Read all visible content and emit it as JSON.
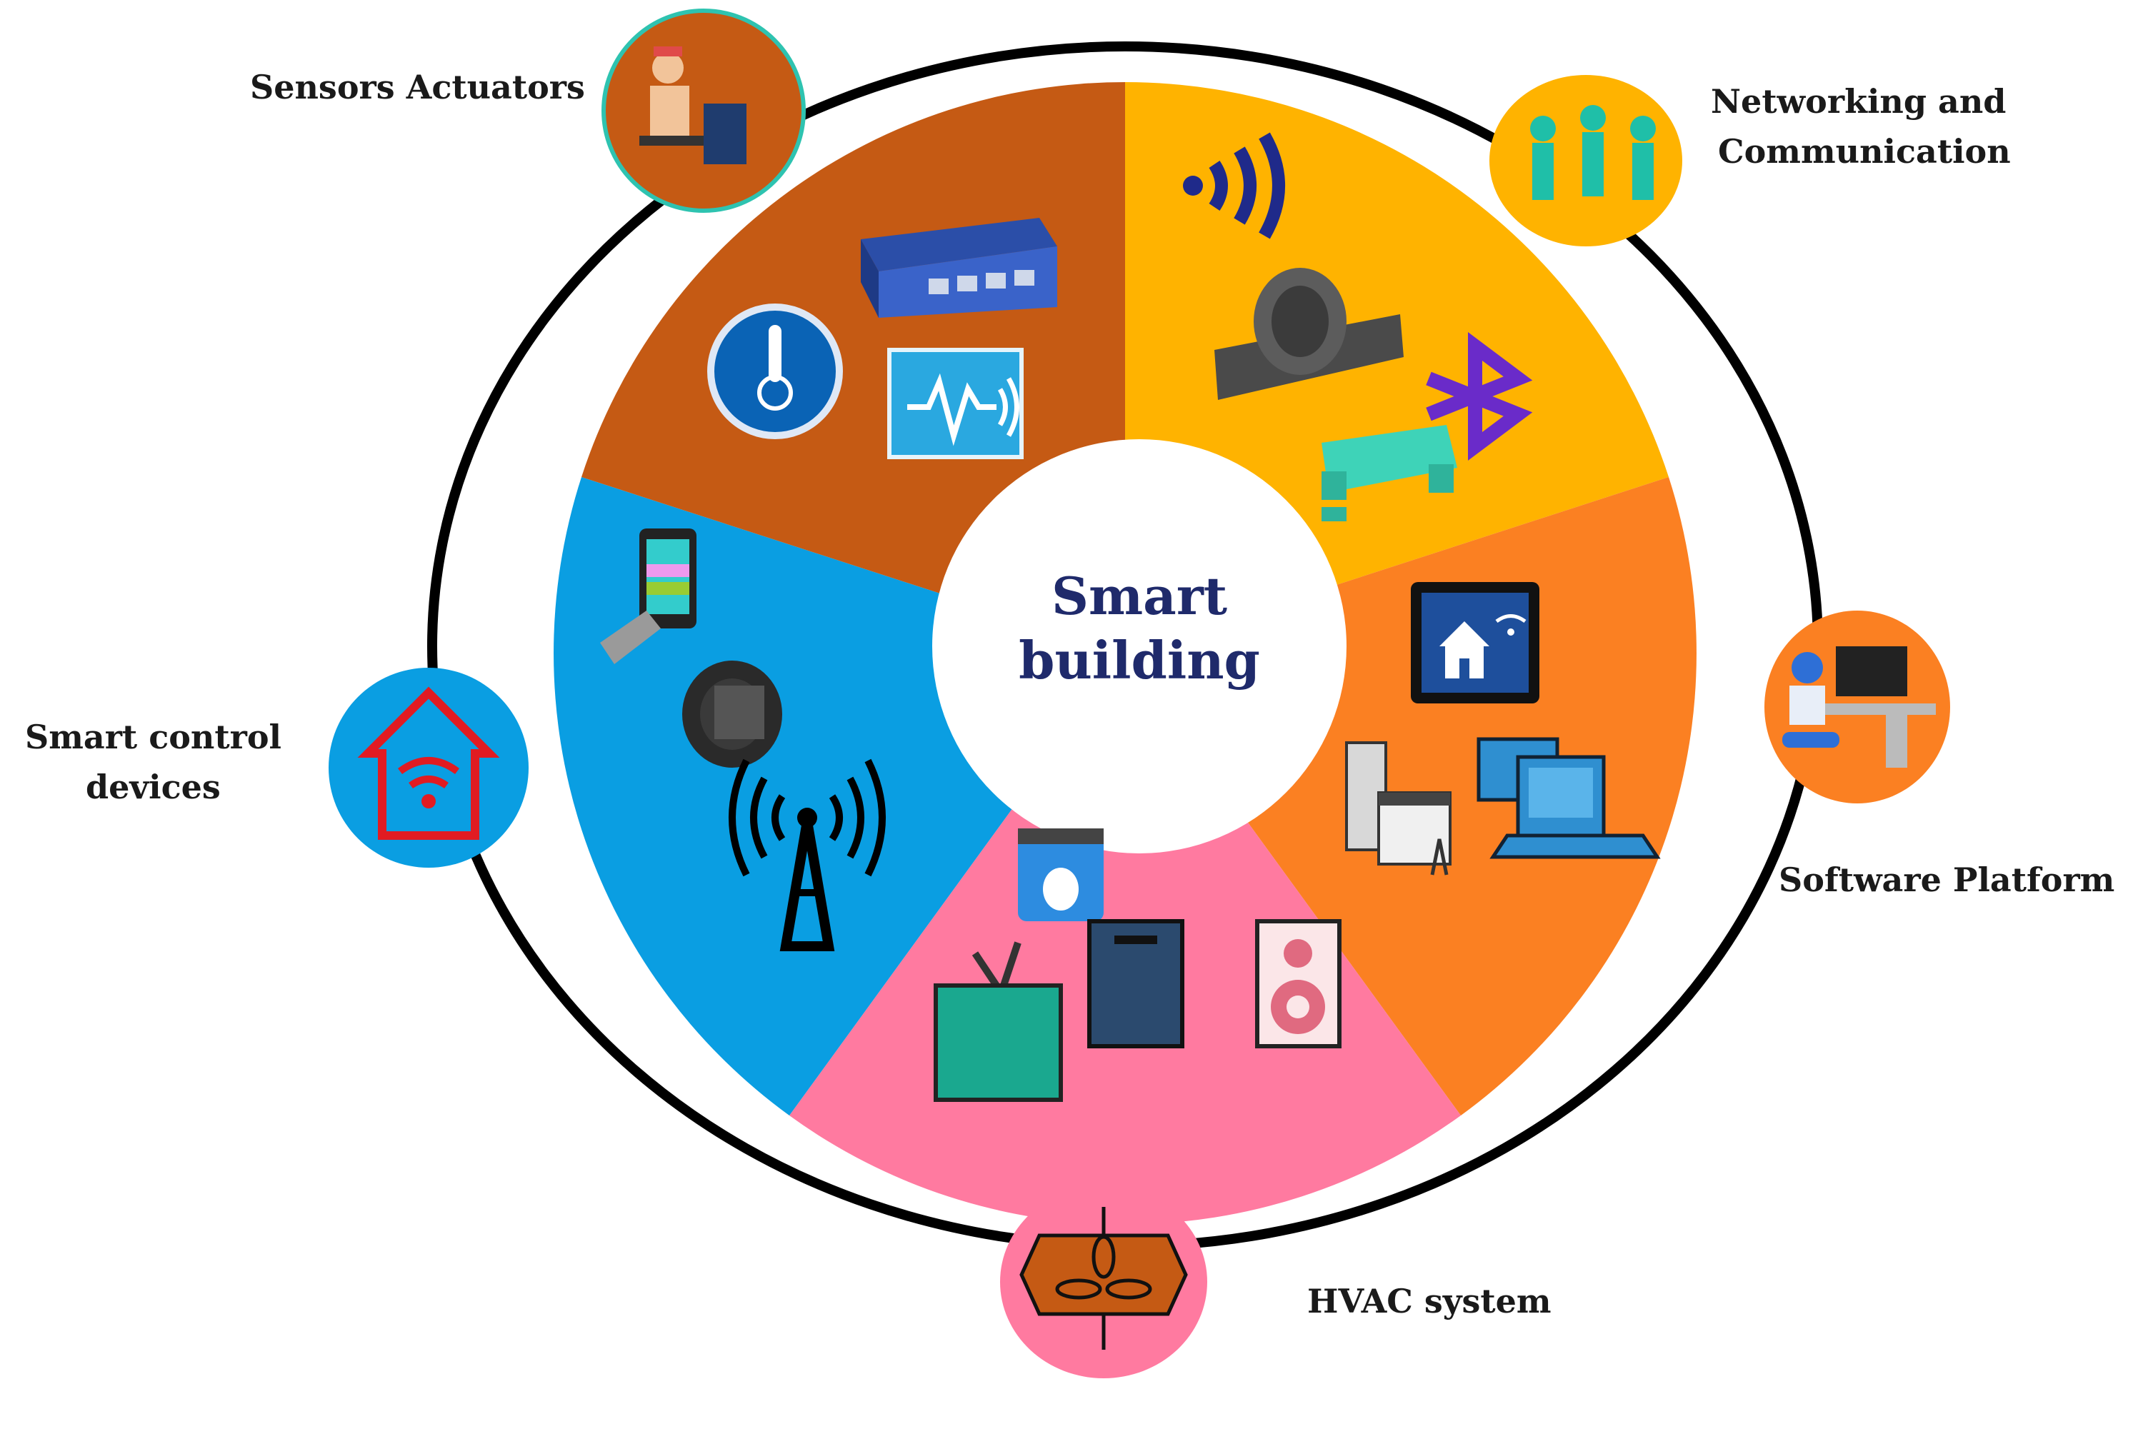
{
  "center": {
    "line1": "Smart",
    "line2": "building"
  },
  "categories": {
    "sensors": {
      "label": "Sensors Actuators",
      "color": "#c55a14"
    },
    "networking": {
      "line1": "Networking and",
      "line2": "Communication",
      "color": "#ffb300"
    },
    "software": {
      "label": "Software Platform",
      "color": "#fb8022"
    },
    "hvac": {
      "label": "HVAC system",
      "color": "#ff7aa0"
    },
    "control": {
      "line1": "Smart control",
      "line2": "devices",
      "color": "#0a9ee2"
    }
  },
  "icons": {
    "sensors_badge": "person-at-terminal-icon",
    "networking_badge": "people-network-icon",
    "software_badge": "developer-desk-icon",
    "hvac_badge": "ceiling-fan-icon",
    "control_badge": "smart-home-wifi-icon",
    "sensors_segment": [
      "network-switch-icon",
      "thermometer-gauge-icon",
      "vibration-sensor-icon"
    ],
    "networking_segment": [
      "wireless-signal-icon",
      "flow-meter-icon",
      "bluetooth-icon",
      "connector-cable-icon"
    ],
    "software_segment": [
      "tablet-home-icon",
      "server-window-icon",
      "computer-terminal-icon"
    ],
    "hvac_segment": [
      "tv-icon",
      "smart-panel-icon",
      "speaker-icon",
      "browser-app-icon"
    ],
    "control_segment": [
      "smartphone-hand-icon",
      "smartwatch-icon",
      "radio-tower-icon"
    ]
  }
}
